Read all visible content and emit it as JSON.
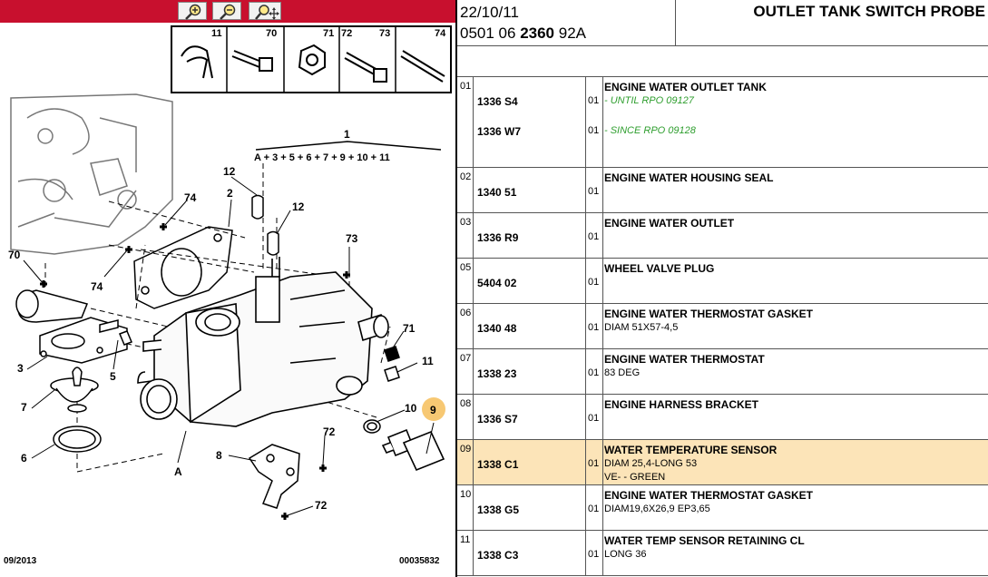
{
  "toolbar": {
    "buttons": [
      {
        "name": "zoom-in-button",
        "icon": "zoom-in-icon"
      },
      {
        "name": "zoom-out-button",
        "icon": "zoom-out-icon"
      },
      {
        "name": "zoom-pan-button",
        "icon": "zoom-move-icon"
      }
    ]
  },
  "diagram": {
    "inset_numbers": [
      "11",
      "70",
      "71",
      "72",
      "73",
      "74"
    ],
    "group_number": "1",
    "group_formula": "A + 3 + 5 + 6 + 7 + 9 + 10 + 11",
    "callouts": [
      "12",
      "2",
      "12",
      "74",
      "73",
      "70",
      "74",
      "71",
      "11",
      "3",
      "5",
      "7",
      "10",
      "9",
      "72",
      "6",
      "8",
      "A",
      "72"
    ],
    "highlight_color": "#f7c873",
    "footer_date": "09/2013",
    "footer_code": "00035832"
  },
  "header": {
    "date": "22/10/11",
    "ref_prefix": "0501 06",
    "ref_bold": "2360",
    "ref_suffix": "92A",
    "title": "OUTLET TANK SWITCH PROBE"
  },
  "rows": [
    {
      "idx": "01",
      "ref": "1336 S4",
      "qty": "01",
      "name": "ENGINE WATER OUTLET TANK",
      "l2": "- UNTIL RPO 09127",
      "ref2": "1336 W7",
      "qty2": "01",
      "l3": "- SINCE RPO 09128"
    },
    {
      "idx": "02",
      "ref": "1340 51",
      "qty": "01",
      "name": "ENGINE WATER HOUSING SEAL"
    },
    {
      "idx": "03",
      "ref": "1336 R9",
      "qty": "01",
      "name": "ENGINE WATER OUTLET"
    },
    {
      "idx": "05",
      "ref": "5404 02",
      "qty": "01",
      "name": "WHEEL VALVE PLUG"
    },
    {
      "idx": "06",
      "ref": "1340 48",
      "qty": "01",
      "name": "ENGINE WATER THERMOSTAT GASKET",
      "l2": "DIAM 51X57-4,5"
    },
    {
      "idx": "07",
      "ref": "1338 23",
      "qty": "01",
      "name": "ENGINE WATER THERMOSTAT",
      "l2": "83 DEG"
    },
    {
      "idx": "08",
      "ref": "1336 S7",
      "qty": "01",
      "name": "ENGINE HARNESS BRACKET"
    },
    {
      "idx": "09",
      "ref": "1338 C1",
      "qty": "01",
      "name": "WATER TEMPERATURE SENSOR",
      "l2": "DIAM 25,4-LONG 53",
      "l3": "VE- - GREEN"
    },
    {
      "idx": "10",
      "ref": "1338 G5",
      "qty": "01",
      "name": "ENGINE WATER THERMOSTAT GASKET",
      "l2": "DIAM19,6X26,9 EP3,65"
    },
    {
      "idx": "11",
      "ref": "1338 C3",
      "qty": "01",
      "name": "WATER TEMP SENSOR RETAINING CL",
      "l2": "LONG 36"
    }
  ],
  "colors": {
    "toolbar": "#c8102e",
    "selected_row": "#fce4b8",
    "note_green": "#2e9e2e"
  }
}
